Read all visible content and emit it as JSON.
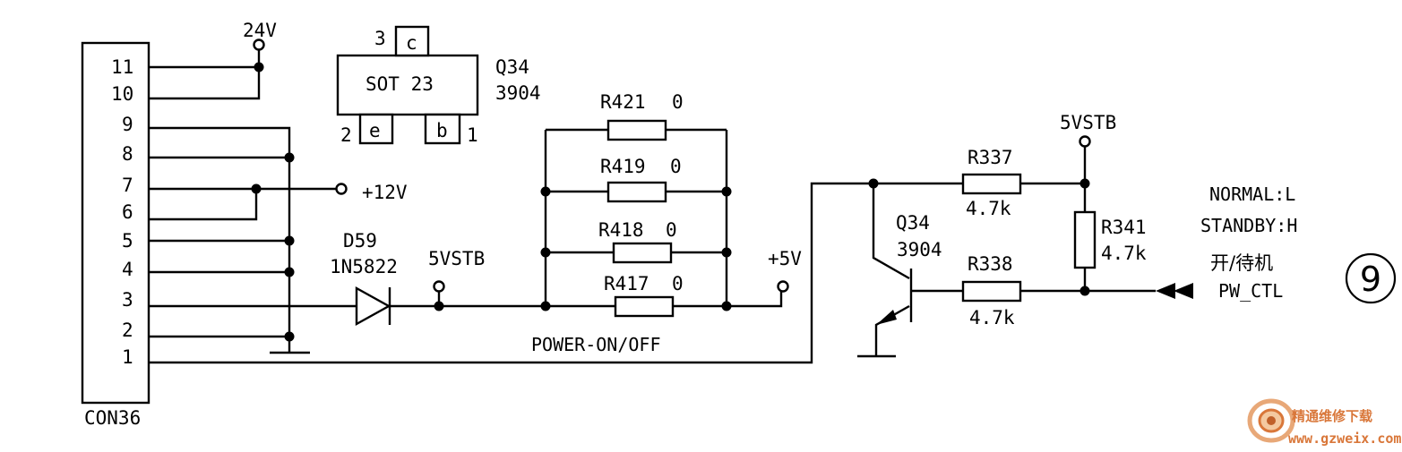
{
  "connector": {
    "name": "CON36",
    "pins": [
      "11",
      "10",
      "9",
      "8",
      "7",
      "6",
      "5",
      "4",
      "3",
      "2",
      "1"
    ]
  },
  "rails": {
    "v24": "24V",
    "v12": "+12V",
    "v5stb_left": "5VSTB",
    "v5": "+5V",
    "v5stb_right": "5VSTB"
  },
  "package": {
    "name": "SOT 23",
    "pin_c": "c",
    "pin_e": "e",
    "pin_b": "b",
    "num_3": "3",
    "num_2": "2",
    "num_1": "1",
    "ref": "Q34",
    "part": "3904"
  },
  "diode": {
    "ref": "D59",
    "part": "1N5822"
  },
  "resistors_parallel": [
    {
      "ref": "R421",
      "value": "0"
    },
    {
      "ref": "R419",
      "value": "0"
    },
    {
      "ref": "R418",
      "value": "0"
    },
    {
      "ref": "R417",
      "value": "0"
    }
  ],
  "power_label": "POWER-ON/OFF",
  "transistor": {
    "ref": "Q34",
    "part": "3904"
  },
  "r337": {
    "ref": "R337",
    "value": "4.7k"
  },
  "r338": {
    "ref": "R338",
    "value": "4.7k"
  },
  "r341": {
    "ref": "R341",
    "value": "4.7k"
  },
  "modes": {
    "normal": "NORMAL:L",
    "standby": "STANDBY:H"
  },
  "signal": {
    "cn": "开/待机",
    "name": "PW_CTL"
  },
  "figure_number": "9",
  "watermark": {
    "cn": "精通维修下载",
    "url": "www.gzweix.com"
  }
}
